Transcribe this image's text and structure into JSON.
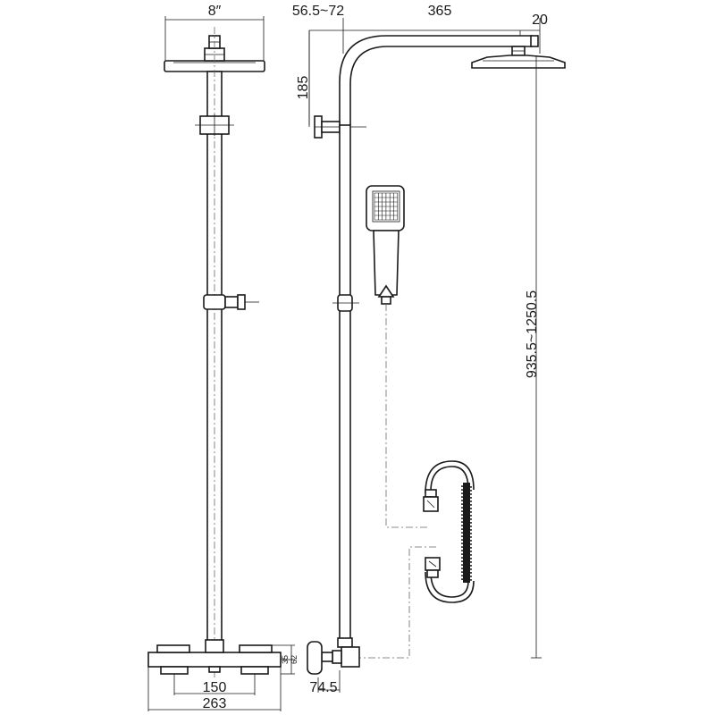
{
  "dimensions": {
    "head_diameter": "8″",
    "arm_offset": "56.5~72",
    "arm_length": "365",
    "head_thickness": "20",
    "bracket_height": "185",
    "total_height": "935.5~1250.5",
    "valve_height_a": "35",
    "valve_height_b": "62",
    "inlet_spacing": "150",
    "valve_width": "263",
    "wall_offset": "74.5"
  },
  "colors": {
    "line": "#1a1a1a",
    "centerline": "#666666",
    "background": "#ffffff"
  }
}
